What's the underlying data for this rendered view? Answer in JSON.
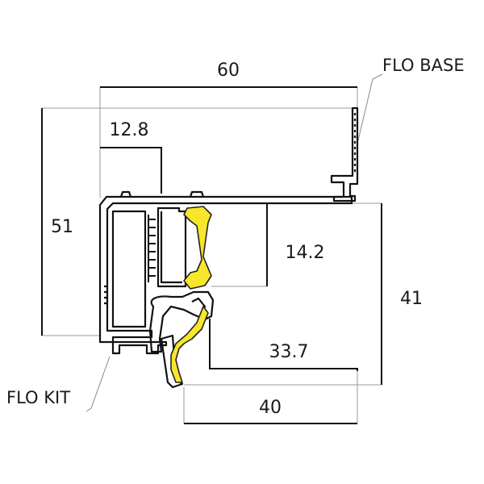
{
  "dimensions": {
    "overall_width": "60",
    "flange_width": "12.8",
    "overall_height": "51",
    "inner_depth": "14.2",
    "right_height": "41",
    "diffuser_width": "33.7",
    "bottom_width": "40"
  },
  "callouts": {
    "base": "FLO BASE",
    "kit": "FLO KIT"
  },
  "colors": {
    "line": "#111111",
    "extension": "#9a9a9a",
    "led_strip": "#f7e62a",
    "background": "#ffffff"
  }
}
